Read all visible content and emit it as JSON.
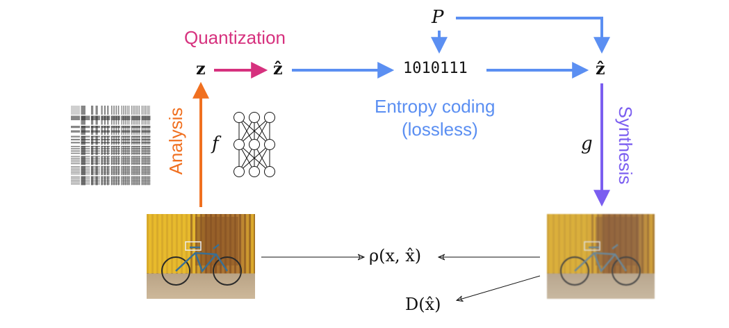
{
  "labels": {
    "quantization": "Quantization",
    "analysis": "Analysis",
    "synthesis": "Synthesis",
    "entropy_line1": "Entropy coding",
    "entropy_line2": "(lossless)"
  },
  "symbols": {
    "z": "z",
    "z_hat_1": "ẑ",
    "z_hat_2": "ẑ",
    "bits": "1010111",
    "P": "P",
    "f": "f",
    "g": "g",
    "rho": "ρ(x, x̂)",
    "D": "D(x̂)"
  },
  "colors": {
    "quantization": "#d6317e",
    "analysis": "#f07020",
    "entropy": "#5b8ff2",
    "synthesis": "#7b5ef0",
    "black": "#111111"
  },
  "icons": {
    "dct_basis": "dct-basis-grid",
    "neural_net": "neural-network",
    "original_image": "bicycle-photo",
    "reconstructed_image": "bicycle-photo-reconstructed"
  }
}
